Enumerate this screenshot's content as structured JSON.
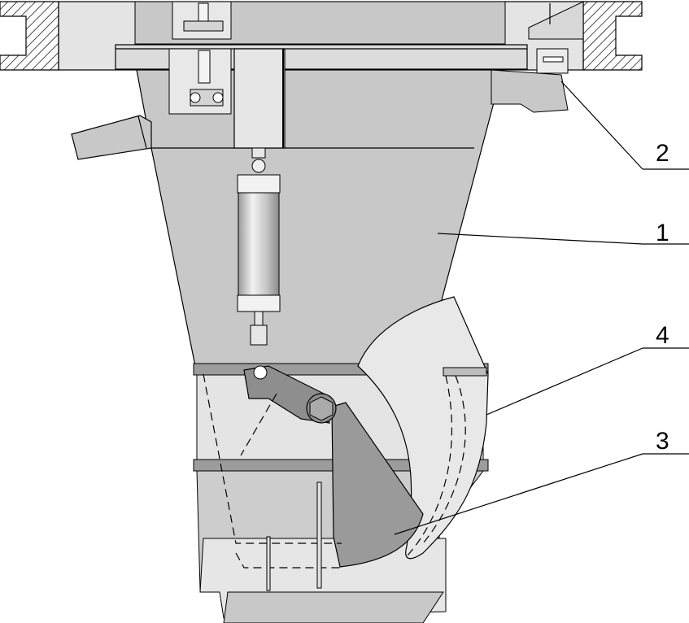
{
  "figure": {
    "callouts": [
      {
        "id": "1",
        "label": "1"
      },
      {
        "id": "2",
        "label": "2"
      },
      {
        "id": "3",
        "label": "3"
      },
      {
        "id": "4",
        "label": "4"
      }
    ]
  },
  "colors": {
    "background": "#ffffff",
    "body_fill": "#c8c8c8",
    "light_fill": "#e2e2e2",
    "dark_fill": "#8e8e8e",
    "hatch": "#000000",
    "line": "#000000"
  }
}
